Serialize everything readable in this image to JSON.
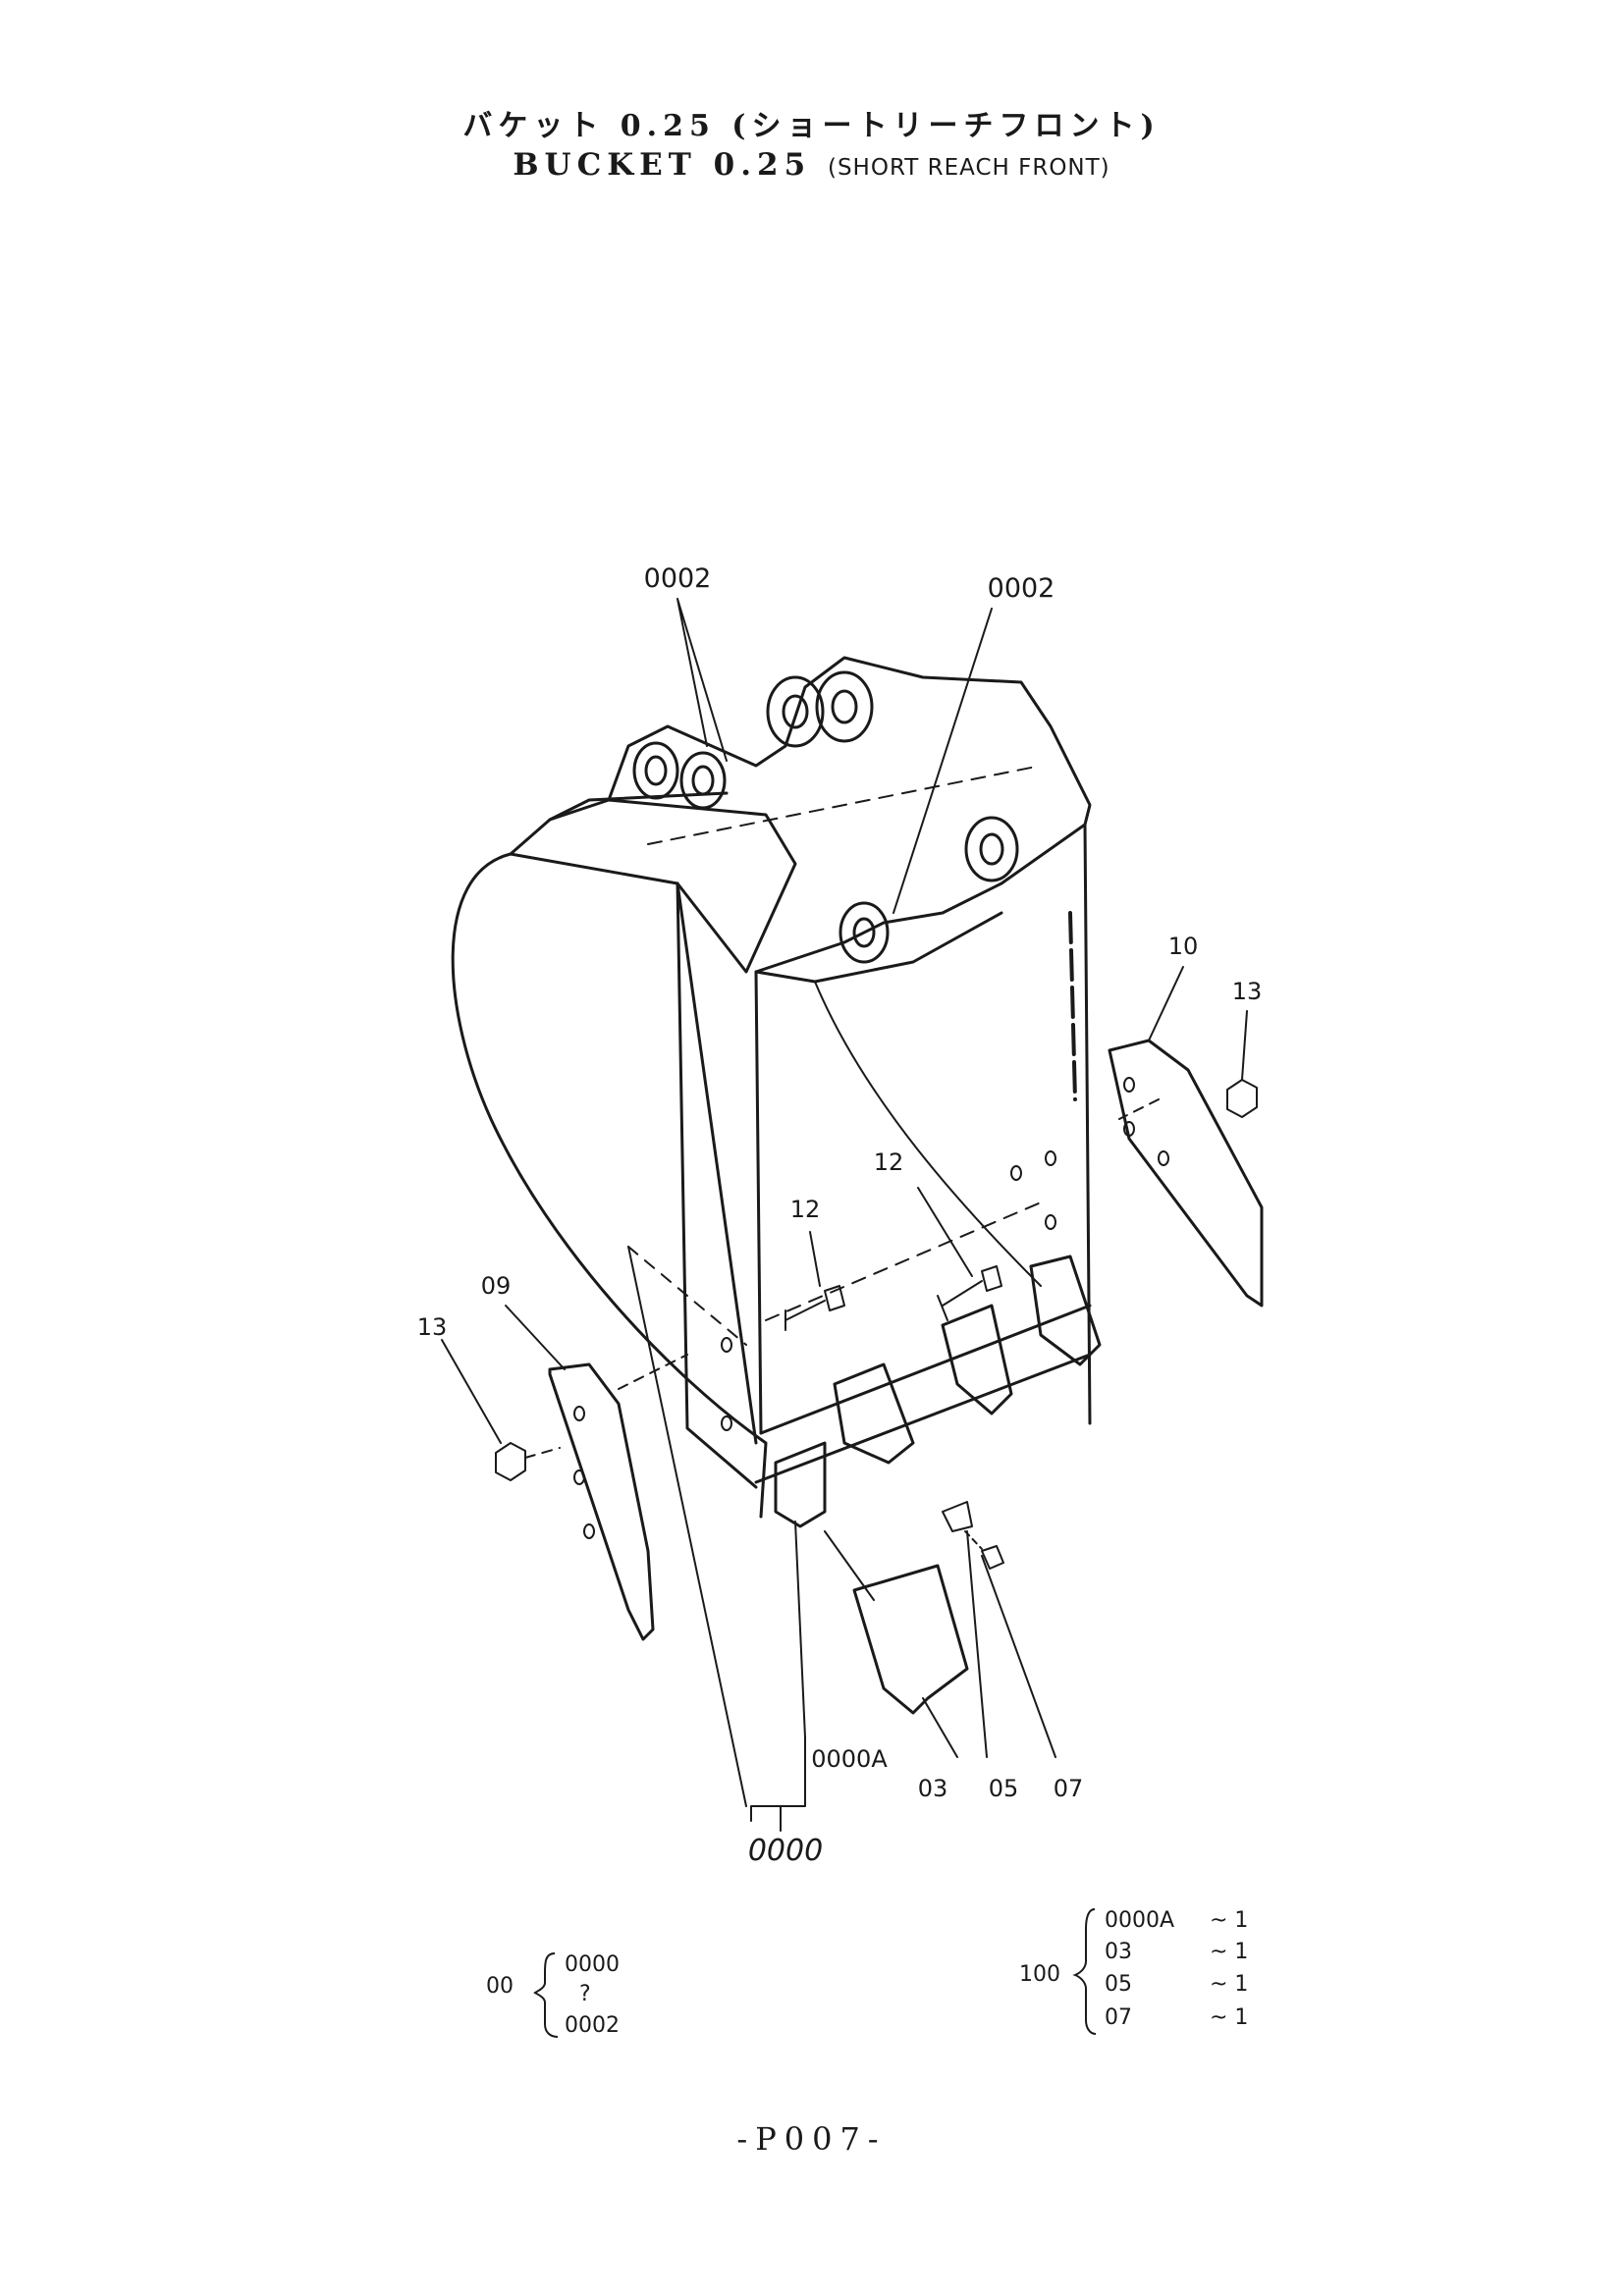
{
  "title": {
    "jp": "バケット 0.25 (ショートリーチフロント)",
    "en_main": "BUCKET 0.25",
    "en_sub": "(SHORT REACH FRONT)"
  },
  "callouts": {
    "pin_left": "0002",
    "pin_right": "0002",
    "side_cutter_right": "10",
    "nut_right": "13",
    "bolt_left": "12",
    "bolt_right": "12",
    "side_cutter_left": "09",
    "nut_left": "13",
    "tooth_assy": "0000A",
    "tooth": "03",
    "pin": "05",
    "lock": "07",
    "bucket_assy": "0000"
  },
  "assembly_table_left": {
    "prefix": "00",
    "rows": [
      "0000",
      "?",
      "0002"
    ]
  },
  "assembly_table_right": {
    "prefix": "100",
    "rows": [
      {
        "part": "0000A",
        "qty": "~ 1"
      },
      {
        "part": "03",
        "qty": "~ 1"
      },
      {
        "part": "05",
        "qty": "~ 1"
      },
      {
        "part": "07",
        "qty": "~ 1"
      }
    ]
  },
  "page_number": "-P007-"
}
